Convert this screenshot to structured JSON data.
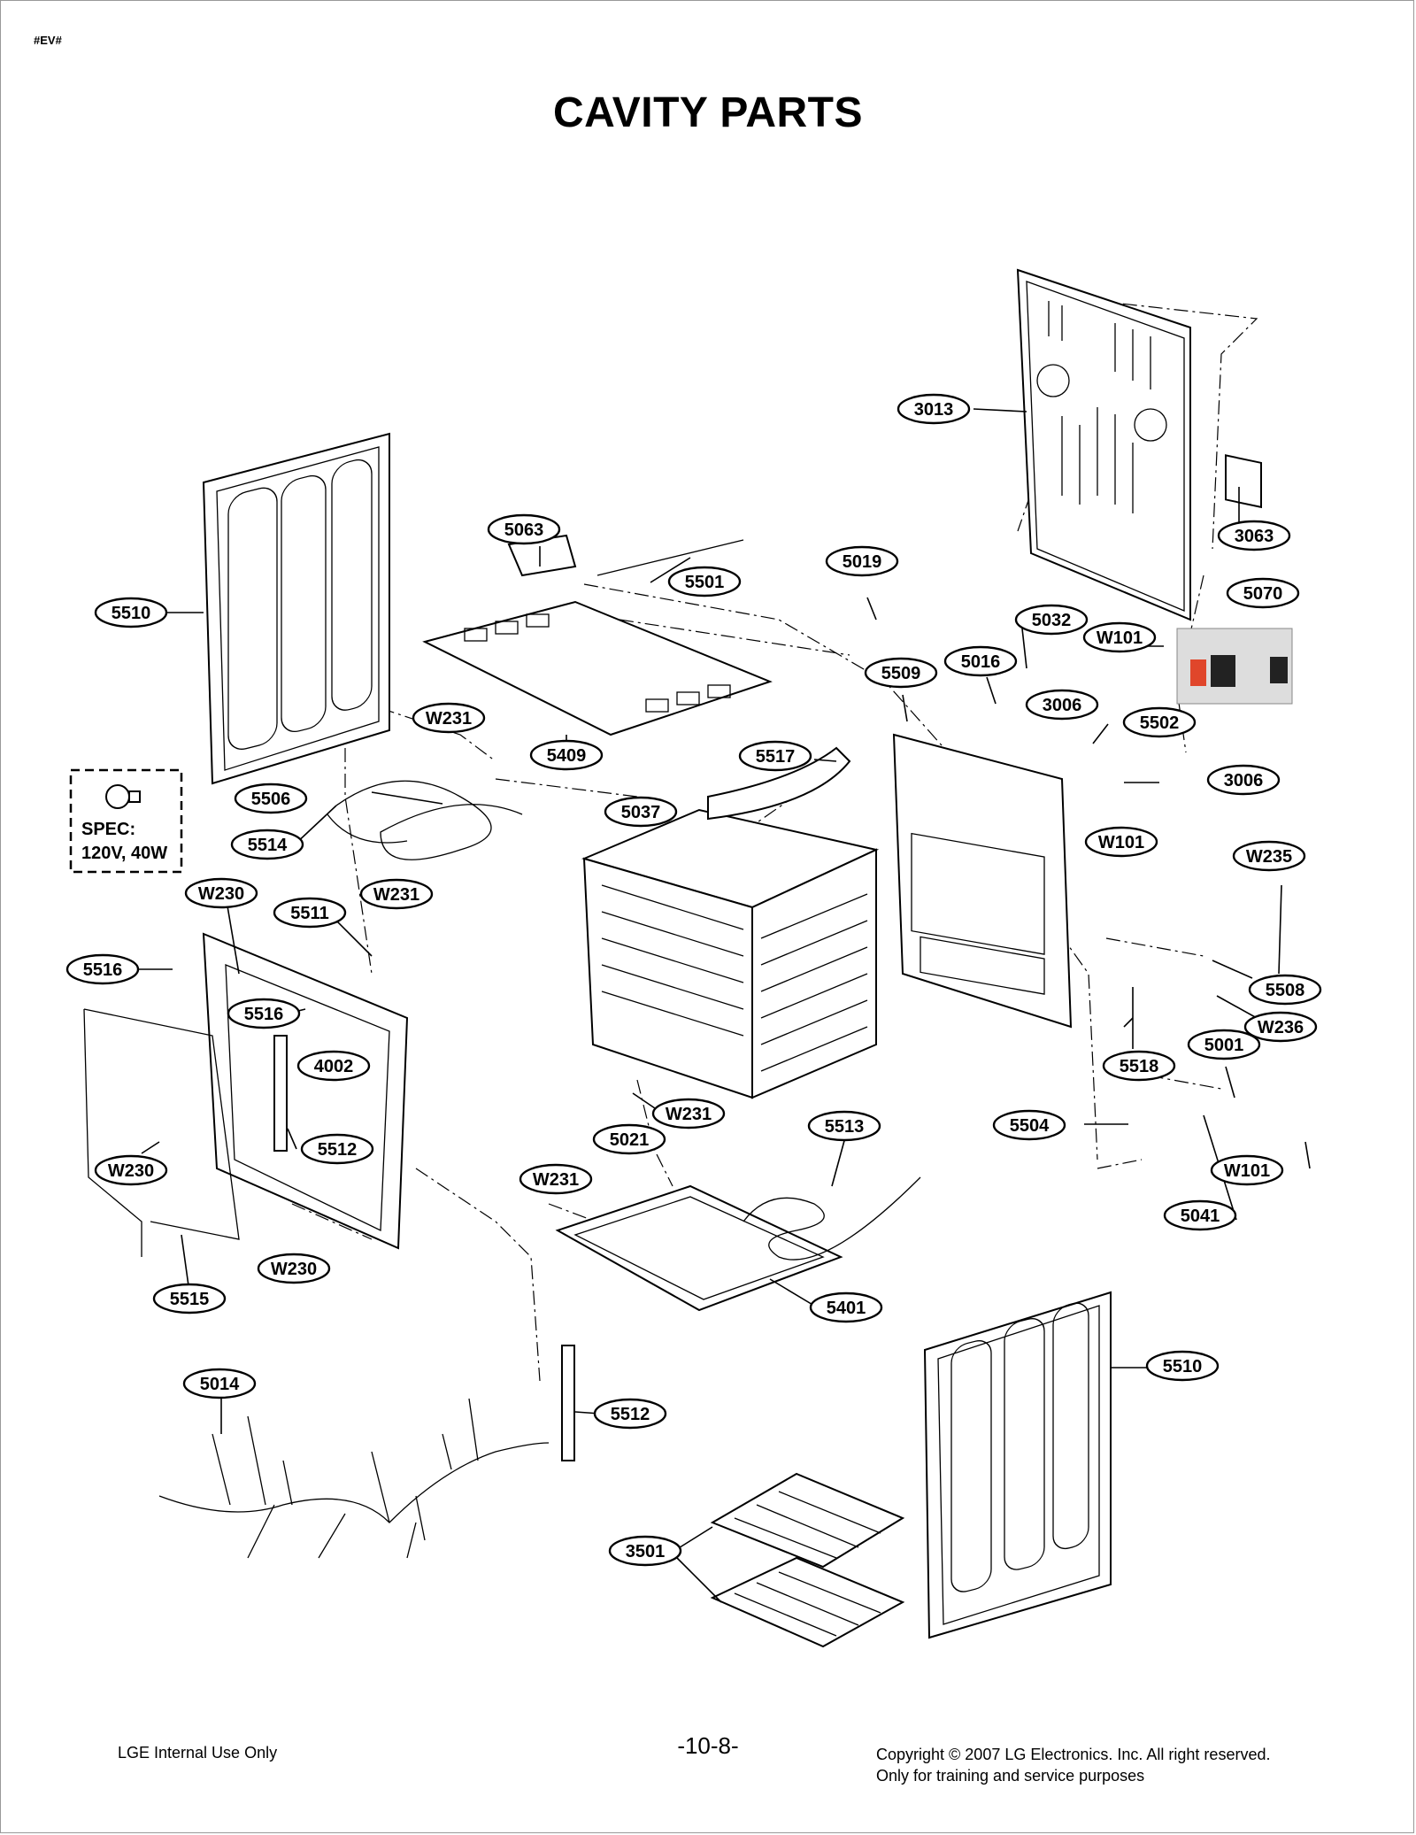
{
  "document": {
    "tag": "#EV#",
    "title": "CAVITY PARTS",
    "page_number": "-10-8-",
    "footer_left": "LGE Internal Use Only",
    "footer_right_line1": "Copyright © 2007 LG Electronics. Inc. All right reserved.",
    "footer_right_line2": "Only for training and service purposes"
  },
  "spec_box": {
    "line1": "SPEC:",
    "line2": "120V, 40W"
  },
  "part_labels": [
    "3013",
    "3063",
    "5070",
    "5063",
    "5501",
    "5019",
    "5032",
    "W101",
    "5510",
    "5016",
    "5509",
    "3006",
    "5502",
    "3006",
    "W231",
    "5409",
    "5517",
    "5506",
    "5037",
    "W101",
    "5514",
    "W235",
    "W230",
    "W231",
    "5511",
    "5516",
    "5508",
    "5516",
    "W236",
    "4002",
    "5518",
    "5001",
    "W231",
    "5512",
    "5504",
    "5513",
    "5021",
    "W230",
    "W101",
    "W231",
    "5041",
    "W230",
    "5515",
    "5401",
    "5510",
    "5014",
    "5512",
    "3501"
  ]
}
